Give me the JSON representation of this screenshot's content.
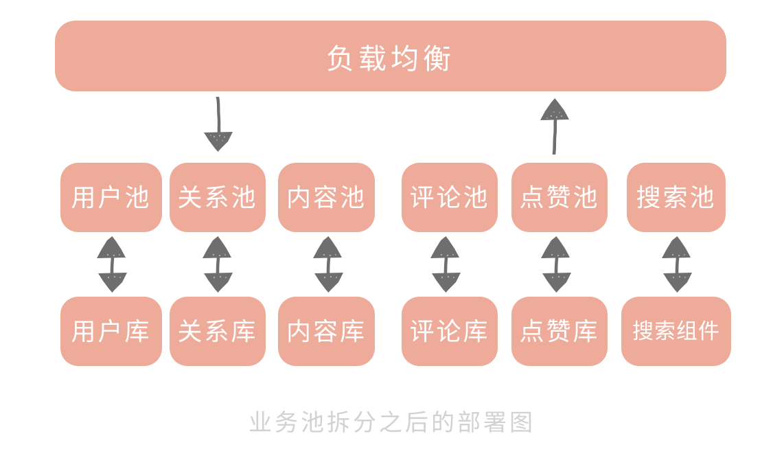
{
  "diagram": {
    "caption": "业务池拆分之后的部署图",
    "colors": {
      "box_fill": "#eeab99",
      "box_text": "#ffffff",
      "arrow": "#6e6e6e",
      "caption_text": "#d2d2d2",
      "background": "#ffffff"
    },
    "load_balancer": {
      "label": "负载均衡"
    },
    "pool_row": {
      "items": [
        {
          "label": "用户池"
        },
        {
          "label": "关系池"
        },
        {
          "label": "内容池"
        },
        {
          "label": "评论池"
        },
        {
          "label": "点赞池"
        },
        {
          "label": "搜索池"
        }
      ]
    },
    "store_row": {
      "items": [
        {
          "label": "用户库"
        },
        {
          "label": "关系库"
        },
        {
          "label": "内容库"
        },
        {
          "label": "评论库"
        },
        {
          "label": "点赞库"
        },
        {
          "label": "搜索组件"
        }
      ]
    },
    "connectors": {
      "lb_down_arrow": "arrow-down-icon",
      "lb_up_arrow": "arrow-up-icon",
      "pool_store_links": [
        "bidirectional-arrow-icon",
        "bidirectional-arrow-icon",
        "bidirectional-arrow-icon",
        "bidirectional-arrow-icon",
        "bidirectional-arrow-icon",
        "bidirectional-arrow-icon"
      ]
    }
  }
}
